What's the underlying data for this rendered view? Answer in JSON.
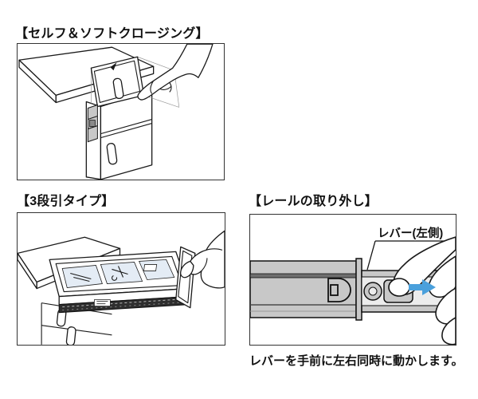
{
  "page": {
    "background": "#ffffff"
  },
  "sections": {
    "soft_closing": {
      "title": "【セルフ＆ソフトクロージング】"
    },
    "three_stage": {
      "title": "【3段引タイプ】"
    },
    "rail_removal": {
      "title": "【レールの取り外し】",
      "lever_label": "レバー(左側)",
      "caption": "レバーを手前に左右同時に動かします。"
    }
  },
  "colors": {
    "line": "#1a1a1a",
    "rail_gray": "#c8c8c8",
    "rail_dark_band": "#6f6f6f",
    "rail_channel": "#ececec",
    "arrow_blue": "#4aa0dc",
    "tray_blue": "#e4ecf5",
    "box_border": "#333333"
  }
}
